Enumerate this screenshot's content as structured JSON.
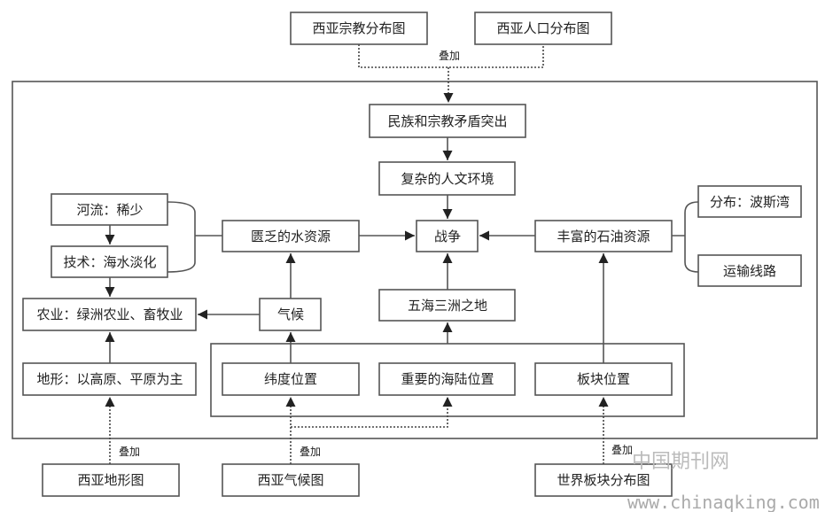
{
  "nodes": {
    "religion_map": "西亚宗教分布图",
    "population_map": "西亚人口分布图",
    "ethnic_conflict": "民族和宗教矛盾突出",
    "human_env": "复杂的人文环境",
    "war": "战争",
    "oil": "丰富的石油资源",
    "water": "匮乏的水资源",
    "rivers": "河流：稀少",
    "tech": "技术：海水淡化",
    "agriculture": "农业：绿洲农业、畜牧业",
    "climate": "气候",
    "five_seas": "五海三洲之地",
    "terrain": "地形：以高原、平原为主",
    "latitude": "纬度位置",
    "sea_land": "重要的海陆位置",
    "plate": "板块位置",
    "persian_gulf": "分布：波斯湾",
    "transport": "运输线路",
    "terrain_map": "西亚地形图",
    "climate_map": "西亚气候图",
    "plate_map": "世界板块分布图"
  },
  "overlay_label": "叠加",
  "watermark": {
    "cn": "中国期刊网",
    "url": "www.chinaqking.com"
  }
}
